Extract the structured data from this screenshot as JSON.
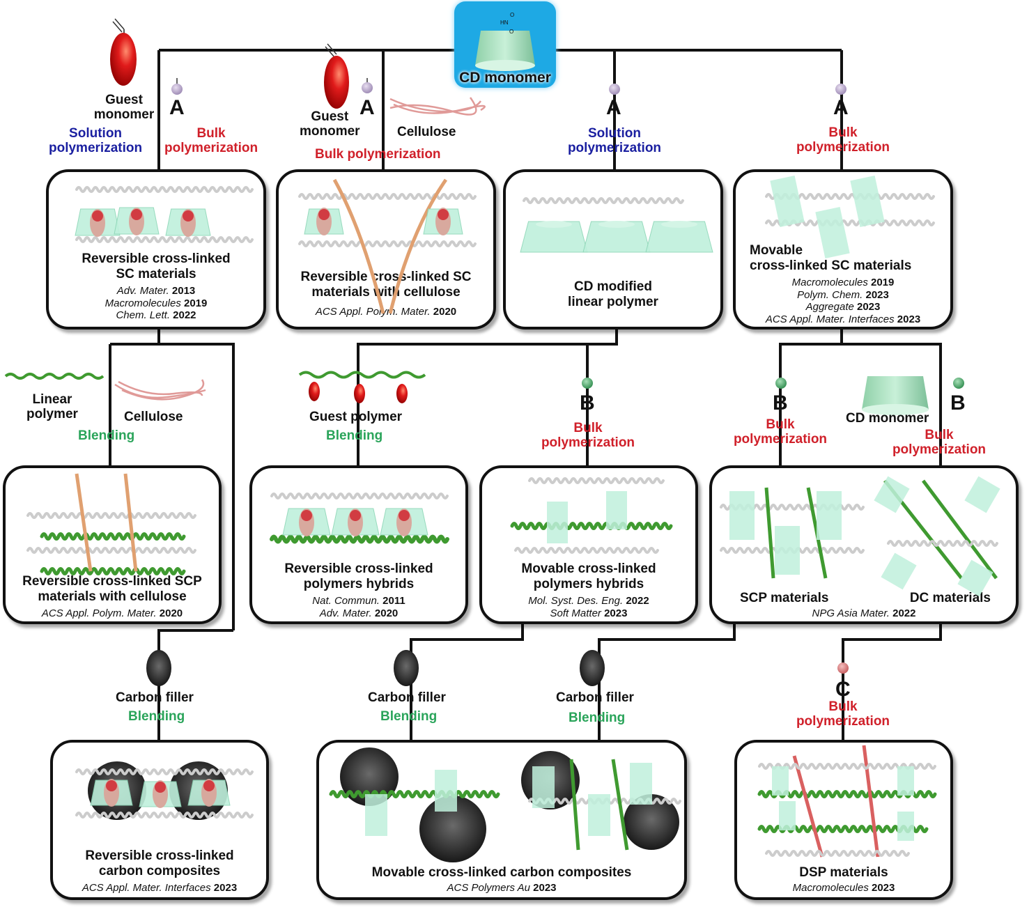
{
  "top": {
    "cd_monomer_label": "CD monomer",
    "guest_monomer_label_1": "Guest\nmonomer",
    "guest_monomer_label_2": "Guest\nmonomer",
    "cellulose_label_top": "Cellulose",
    "monomer_A": "A",
    "methods": {
      "solution_left": "Solution\npolymerization",
      "bulk_left": "Bulk\npolymerization",
      "bulk_center": "Bulk polymerization",
      "solution_mid": "Solution\npolymerization",
      "bulk_right": "Bulk\npolymerization"
    },
    "colors": {
      "solution": "#1a1fa0",
      "bulk": "#d0202a",
      "blending": "#2aa45a",
      "cd_monomer_bg": "#1ea9e4"
    }
  },
  "row1": [
    {
      "title": "Reversible cross-linked\nSC materials",
      "refs": [
        {
          "journal": "Adv. Mater.",
          "year": "2013"
        },
        {
          "journal": "Macromolecules",
          "year": "2019"
        },
        {
          "journal": "Chem. Lett.",
          "year": "2022"
        }
      ]
    },
    {
      "title": "Reversible cross-linked SC\nmaterials with cellulose",
      "refs": [
        {
          "journal": "ACS Appl. Polym. Mater.",
          "year": "2020"
        }
      ]
    },
    {
      "title": "CD modified\nlinear polymer",
      "refs": []
    },
    {
      "title": "Movable\ncross-linked SC materials",
      "refs": [
        {
          "journal": "Macromolecules",
          "year": "2019"
        },
        {
          "journal": "Polym. Chem.",
          "year": "2023"
        },
        {
          "journal": "Aggregate",
          "year": "2023"
        },
        {
          "journal": "ACS Appl. Mater. Interfaces",
          "year": "2023"
        }
      ]
    }
  ],
  "mid_labels": {
    "linear_polymer": "Linear\npolymer",
    "cellulose": "Cellulose",
    "blending_1": "Blending",
    "guest_polymer": "Guest polymer",
    "blending_2": "Blending",
    "monomer_B": "B",
    "bulk_B_1": "Bulk\npolymerization",
    "bulk_B_2": "Bulk\npolymerization",
    "cd_monomer_2": "CD monomer",
    "bulk_B_3": "Bulk\npolymerization"
  },
  "row2": [
    {
      "title": "Reversible cross-linked SCP\nmaterials with cellulose",
      "refs": [
        {
          "journal": "ACS Appl. Polym. Mater.",
          "year": "2020"
        }
      ]
    },
    {
      "title": "Reversible cross-linked\npolymers hybrids",
      "refs": [
        {
          "journal": "Nat. Commun.",
          "year": "2011"
        },
        {
          "journal": "Adv. Mater.",
          "year": "2020"
        }
      ]
    },
    {
      "title": "Movable cross-linked\npolymers hybrids",
      "refs": [
        {
          "journal": "Mol. Syst. Des. Eng.",
          "year": "2022"
        },
        {
          "journal": "Soft Matter",
          "year": "2023"
        }
      ]
    },
    {
      "title_left": "SCP materials",
      "title_right": "DC materials",
      "refs": [
        {
          "journal": "NPG Asia Mater.",
          "year": "2022"
        }
      ]
    }
  ],
  "lower_labels": {
    "carbon_filler": "Carbon filler",
    "blending": "Blending",
    "monomer_C": "C",
    "bulk_C": "Bulk\npolymerization"
  },
  "row3": [
    {
      "title": "Reversible cross-linked\ncarbon composites",
      "refs": [
        {
          "journal": "ACS Appl. Mater. Interfaces",
          "year": "2023"
        }
      ]
    },
    {
      "title": "Movable cross-linked carbon composites",
      "refs": [
        {
          "journal": "ACS Polymers Au",
          "year": "2023"
        }
      ]
    },
    {
      "title": "DSP materials",
      "refs": [
        {
          "journal": "Macromolecules",
          "year": "2023"
        }
      ]
    }
  ]
}
